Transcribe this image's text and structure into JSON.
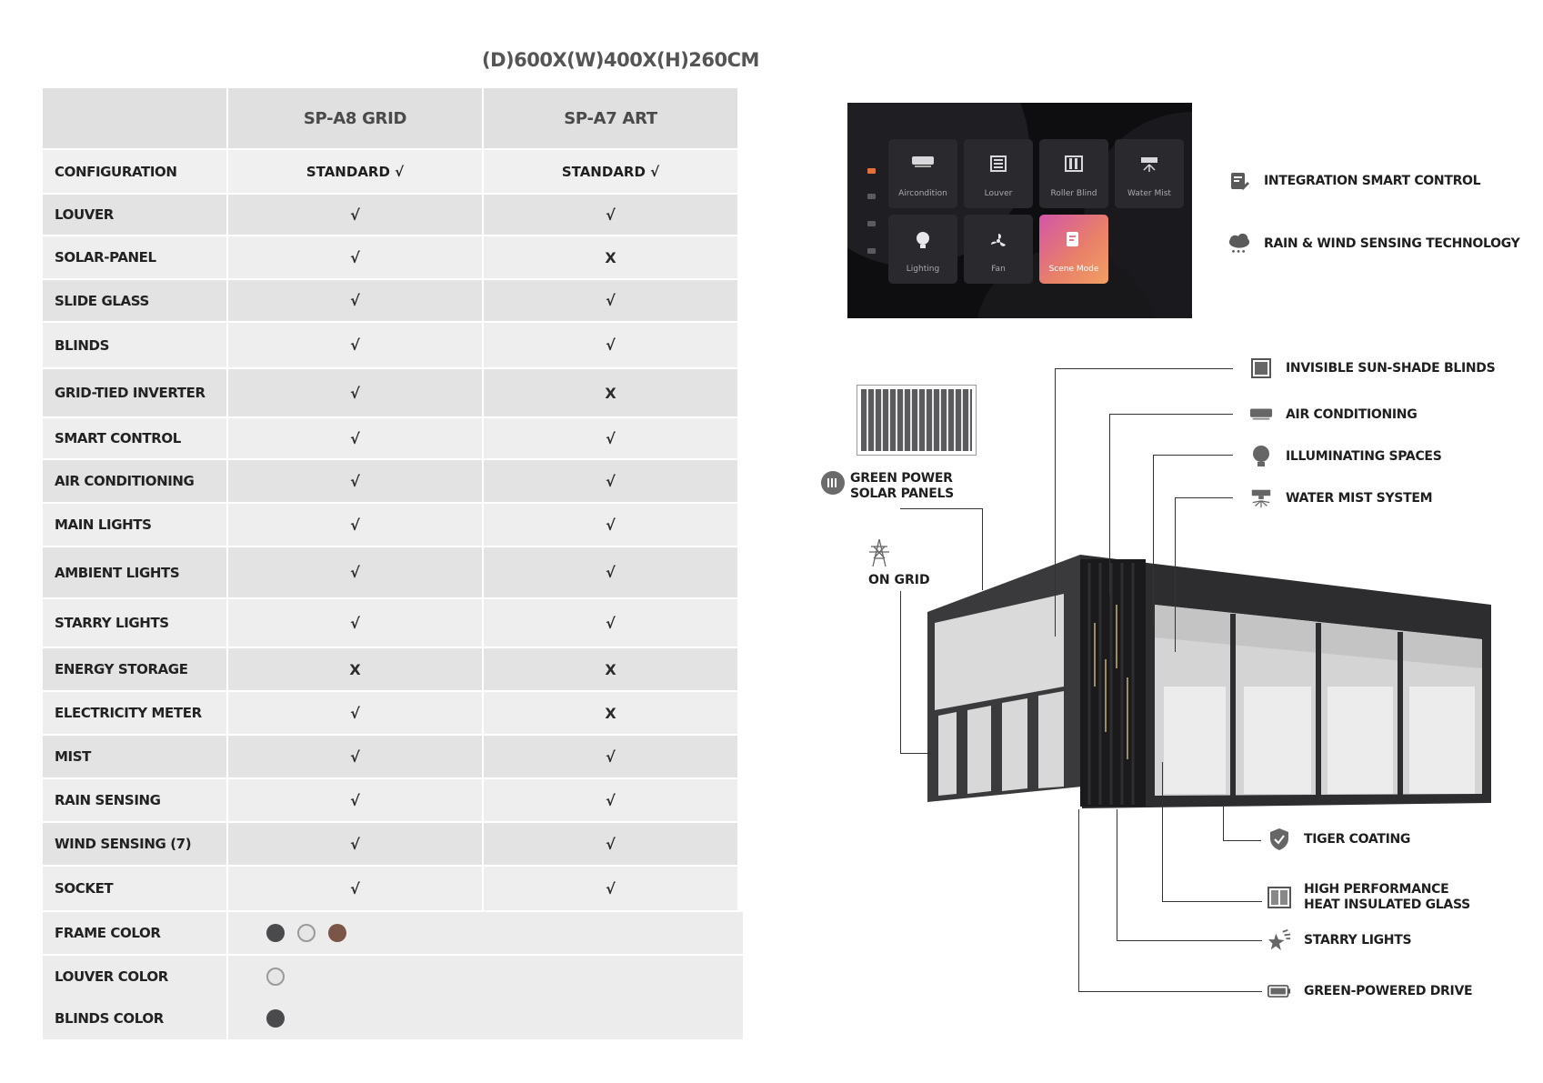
{
  "dimensions": "(D)600X(W)400X(H)260CM",
  "table": {
    "headers": [
      "",
      "SP-A8 GRID",
      "SP-A7 ART"
    ],
    "rows": [
      {
        "label": "CONFIGURATION",
        "a8": "STANDARD √",
        "a7": "STANDARD √"
      },
      {
        "label": "LOUVER",
        "a8": "√",
        "a7": "√"
      },
      {
        "label": "SOLAR-PANEL",
        "a8": "√",
        "a7": "X"
      },
      {
        "label": "SLIDE GLASS",
        "a8": "√",
        "a7": "√"
      },
      {
        "label": "BLINDS",
        "a8": "√",
        "a7": "√"
      },
      {
        "label": "GRID-TIED INVERTER",
        "a8": "√",
        "a7": "X"
      },
      {
        "label": "SMART CONTROL",
        "a8": "√",
        "a7": "√"
      },
      {
        "label": "AIR CONDITIONING",
        "a8": "√",
        "a7": "√"
      },
      {
        "label": "MAIN LIGHTS",
        "a8": "√",
        "a7": "√"
      },
      {
        "label": "AMBIENT LIGHTS",
        "a8": "√",
        "a7": "√"
      },
      {
        "label": "STARRY LIGHTS",
        "a8": "√",
        "a7": "√"
      },
      {
        "label": "ENERGY STORAGE",
        "a8": "X",
        "a7": "X"
      },
      {
        "label": "ELECTRICITY METER",
        "a8": "√",
        "a7": "X"
      },
      {
        "label": "MIST",
        "a8": "√",
        "a7": "√"
      },
      {
        "label": "RAIN SENSING",
        "a8": "√",
        "a7": "√"
      },
      {
        "label": "WIND SENSING  (7)",
        "a8": "√",
        "a7": "√"
      },
      {
        "label": "SOCKET",
        "a8": "√",
        "a7": "√"
      }
    ],
    "color_rows": [
      {
        "label": "FRAME COLOR",
        "swatches": [
          "#4a4a4c",
          "#e6e6e6",
          "#7a5548"
        ]
      },
      {
        "label": "LOUVER COLOR",
        "swatches": [
          "#e6e6e6"
        ]
      },
      {
        "label": "BLINDS COLOR",
        "swatches": [
          "#4a4a4c"
        ]
      }
    ]
  },
  "control_panel": {
    "tiles": [
      {
        "label": "Aircondition",
        "icon": "air-conditioner-icon"
      },
      {
        "label": "Louver",
        "icon": "louver-icon"
      },
      {
        "label": "Roller Blind",
        "icon": "roller-blind-icon"
      },
      {
        "label": "Water Mist",
        "icon": "water-mist-icon"
      },
      {
        "label": "Lighting",
        "icon": "lightbulb-icon"
      },
      {
        "label": "Fan",
        "icon": "fan-icon"
      },
      {
        "label": "Scene Mode",
        "icon": "scene-mode-icon"
      }
    ]
  },
  "features": {
    "integration": "INTEGRATION SMART CONTROL",
    "rain_wind": "RAIN & WIND SENSING TECHNOLOGY",
    "sun_shade": "INVISIBLE SUN-SHADE BLINDS",
    "air_conditioning": "AIR CONDITIONING",
    "illuminating": "ILLUMINATING SPACES",
    "water_mist": "WATER MIST SYSTEM",
    "green_power_1": "GREEN POWER",
    "green_power_2": "SOLAR PANELS",
    "on_grid": "ON GRID",
    "tiger_coating": "TIGER COATING",
    "glass_1": "HIGH PERFORMANCE",
    "glass_2": "HEAT INSULATED GLASS",
    "starry": "STARRY LIGHTS",
    "drive": "GREEN-POWERED DRIVE"
  },
  "colors": {
    "accent_scene": "#e07a8c",
    "frame": "#2b2b2d"
  }
}
